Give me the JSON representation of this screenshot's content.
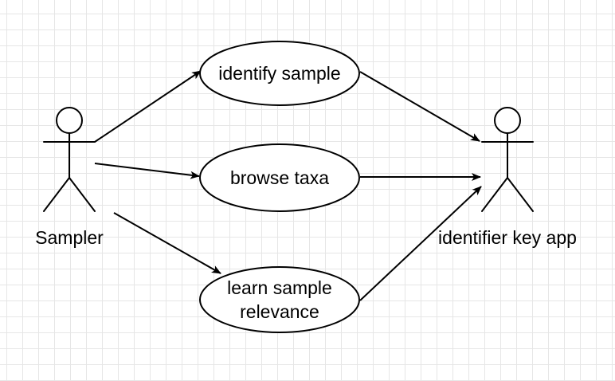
{
  "diagram": {
    "type": "use-case",
    "actors": [
      {
        "id": "sampler",
        "label": "Sampler"
      },
      {
        "id": "identifier_key_app",
        "label": "identifier key app"
      }
    ],
    "use_cases": [
      {
        "id": "identify_sample",
        "lines": [
          "identify sample"
        ]
      },
      {
        "id": "browse_taxa",
        "lines": [
          "browse taxa"
        ]
      },
      {
        "id": "learn_sample_relevance",
        "lines": [
          "learn sample",
          "relevance"
        ]
      }
    ],
    "connections": [
      {
        "from": "sampler",
        "to": "identify_sample"
      },
      {
        "from": "sampler",
        "to": "browse_taxa"
      },
      {
        "from": "sampler",
        "to": "learn_sample_relevance"
      },
      {
        "from": "identify_sample",
        "to": "identifier_key_app"
      },
      {
        "from": "browse_taxa",
        "to": "identifier_key_app"
      },
      {
        "from": "learn_sample_relevance",
        "to": "identifier_key_app"
      }
    ]
  }
}
